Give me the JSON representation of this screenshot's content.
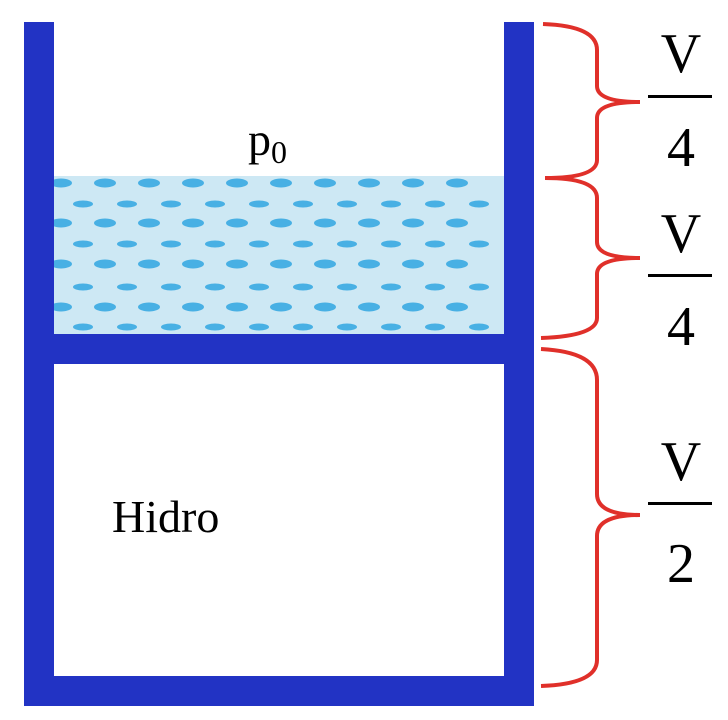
{
  "labels": {
    "pressure_base": "p",
    "pressure_sub": "0",
    "gas": "Hidro"
  },
  "fractions": [
    {
      "num": "V",
      "den": "4"
    },
    {
      "num": "V",
      "den": "4"
    },
    {
      "num": "V",
      "den": "2"
    }
  ],
  "colors": {
    "wall": "#2233c4",
    "water": "#cde8f4",
    "drop": "#48b0e4",
    "brace": "#e0302a"
  }
}
